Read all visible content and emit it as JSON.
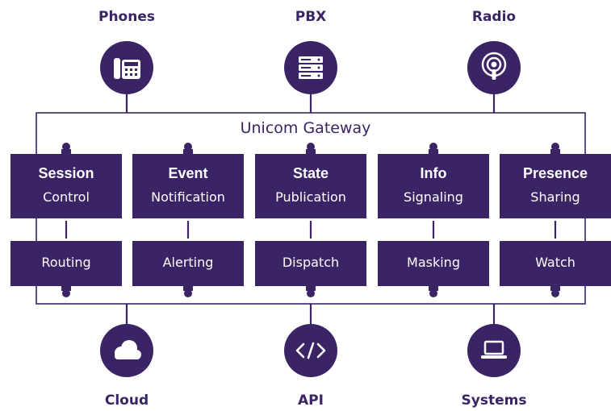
{
  "colors": {
    "primary": "#3a2466",
    "background": "#ffffff",
    "icon_fg": "#ffffff"
  },
  "gateway": {
    "title": "Unicom Gateway"
  },
  "top_endpoints": [
    {
      "label": "Phones",
      "icon": "phone-icon"
    },
    {
      "label": "PBX",
      "icon": "server-icon"
    },
    {
      "label": "Radio",
      "icon": "radio-podcast-icon"
    }
  ],
  "bottom_endpoints": [
    {
      "label": "Cloud",
      "icon": "cloud-icon"
    },
    {
      "label": "API",
      "icon": "code-icon"
    },
    {
      "label": "Systems",
      "icon": "laptop-icon"
    }
  ],
  "services": [
    {
      "title": "Session",
      "subtitle": "Control"
    },
    {
      "title": "Event",
      "subtitle": "Notification"
    },
    {
      "title": "State",
      "subtitle": "Publication"
    },
    {
      "title": "Info",
      "subtitle": "Signaling"
    },
    {
      "title": "Presence",
      "subtitle": "Sharing"
    }
  ],
  "actions": [
    {
      "label": "Routing"
    },
    {
      "label": "Alerting"
    },
    {
      "label": "Dispatch"
    },
    {
      "label": "Masking"
    },
    {
      "label": "Watch"
    }
  ]
}
